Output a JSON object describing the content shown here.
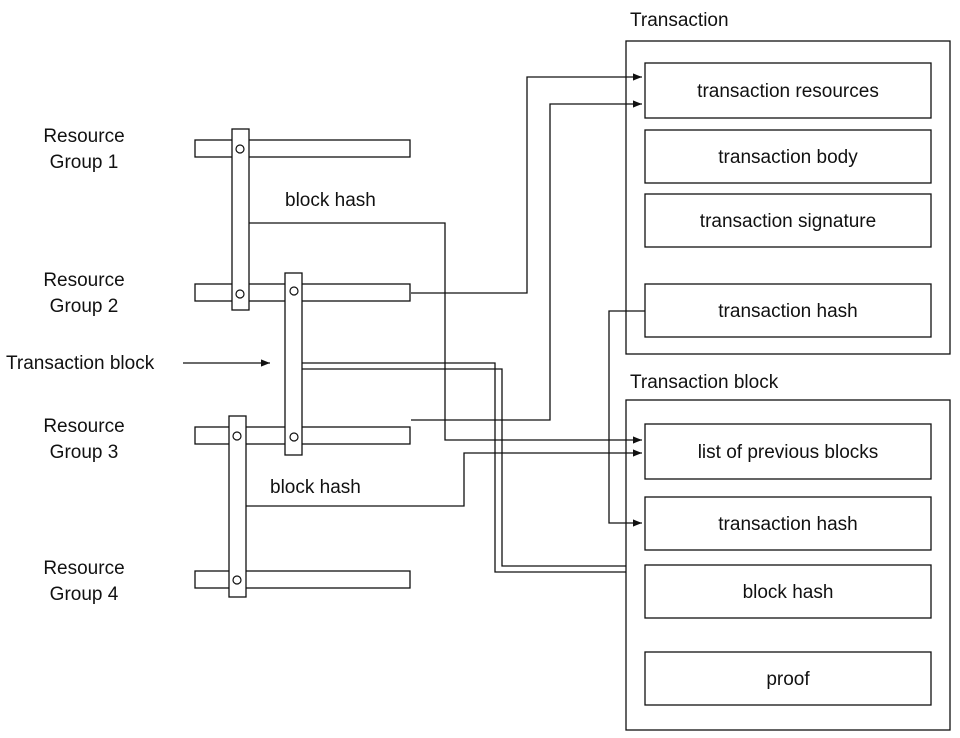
{
  "transaction": {
    "title": "Transaction",
    "items": [
      "transaction resources",
      "transaction body",
      "transaction signature",
      "transaction hash"
    ]
  },
  "transaction_block": {
    "title": "Transaction block",
    "items": [
      "list of previous blocks",
      "transaction hash",
      "block hash",
      "proof"
    ]
  },
  "resource_groups": [
    {
      "line1": "Resource",
      "line2": "Group 1"
    },
    {
      "line1": "Resource",
      "line2": "Group 2"
    },
    {
      "line1": "Resource",
      "line2": "Group 3"
    },
    {
      "line1": "Resource",
      "line2": "Group 4"
    }
  ],
  "labels": {
    "block_hash_top": "block hash",
    "block_hash_bottom": "block hash",
    "transaction_block_pointer": "Transaction block"
  }
}
